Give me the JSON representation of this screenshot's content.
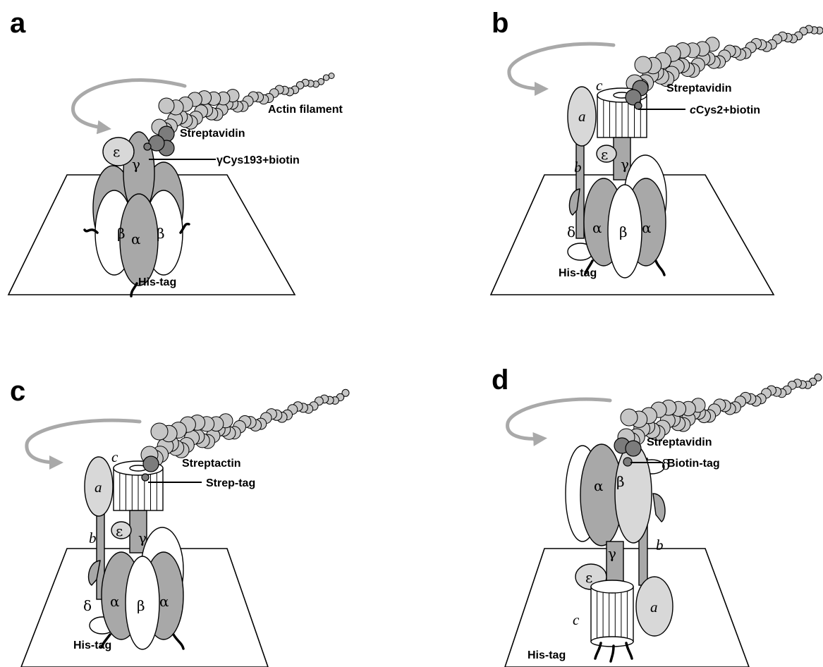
{
  "panels": {
    "a": {
      "letter": "a",
      "labels": {
        "actin": "Actin filament",
        "streptavidin": "Streptavidin",
        "attachment": "γCys193+biotin",
        "histag": "His-tag"
      },
      "subunits": {
        "epsilon": "ε",
        "gamma": "γ",
        "beta_left": "β",
        "alpha": "α",
        "beta_right": "β"
      }
    },
    "b": {
      "letter": "b",
      "labels": {
        "streptavidin": "Streptavidin",
        "attachment_italic": "c",
        "attachment_rest": "Cys2+biotin",
        "histag": "His-tag"
      },
      "subunits": {
        "c_ring": "c",
        "a": "a",
        "b": "b",
        "delta": "δ",
        "epsilon": "ε",
        "gamma": "γ",
        "alpha_left": "α",
        "beta": "β",
        "alpha_right": "α"
      }
    },
    "c": {
      "letter": "c",
      "labels": {
        "streptactin": "Streptactin",
        "attachment": "Strep-tag",
        "histag": "His-tag"
      },
      "subunits": {
        "c_ring": "c",
        "a": "a",
        "b": "b",
        "delta": "δ",
        "epsilon": "ε",
        "gamma": "γ",
        "alpha_left": "α",
        "beta": "β",
        "alpha_right": "α"
      }
    },
    "d": {
      "letter": "d",
      "labels": {
        "streptavidin": "Streptavidin",
        "attachment": "Biotin-tag",
        "histag": "His-tag"
      },
      "subunits": {
        "alpha": "α",
        "beta": "β",
        "delta": "δ",
        "gamma": "γ",
        "b": "b",
        "epsilon": "ε",
        "c_ring": "c",
        "a": "a"
      }
    }
  },
  "colors": {
    "actin_bead": "#c6c6c6",
    "streptavidin": "#7c7c7c",
    "rotation_arrow": "#a9a9a9",
    "subunit_dark": "#a8a8a8",
    "subunit_light": "#d8d8d8"
  }
}
